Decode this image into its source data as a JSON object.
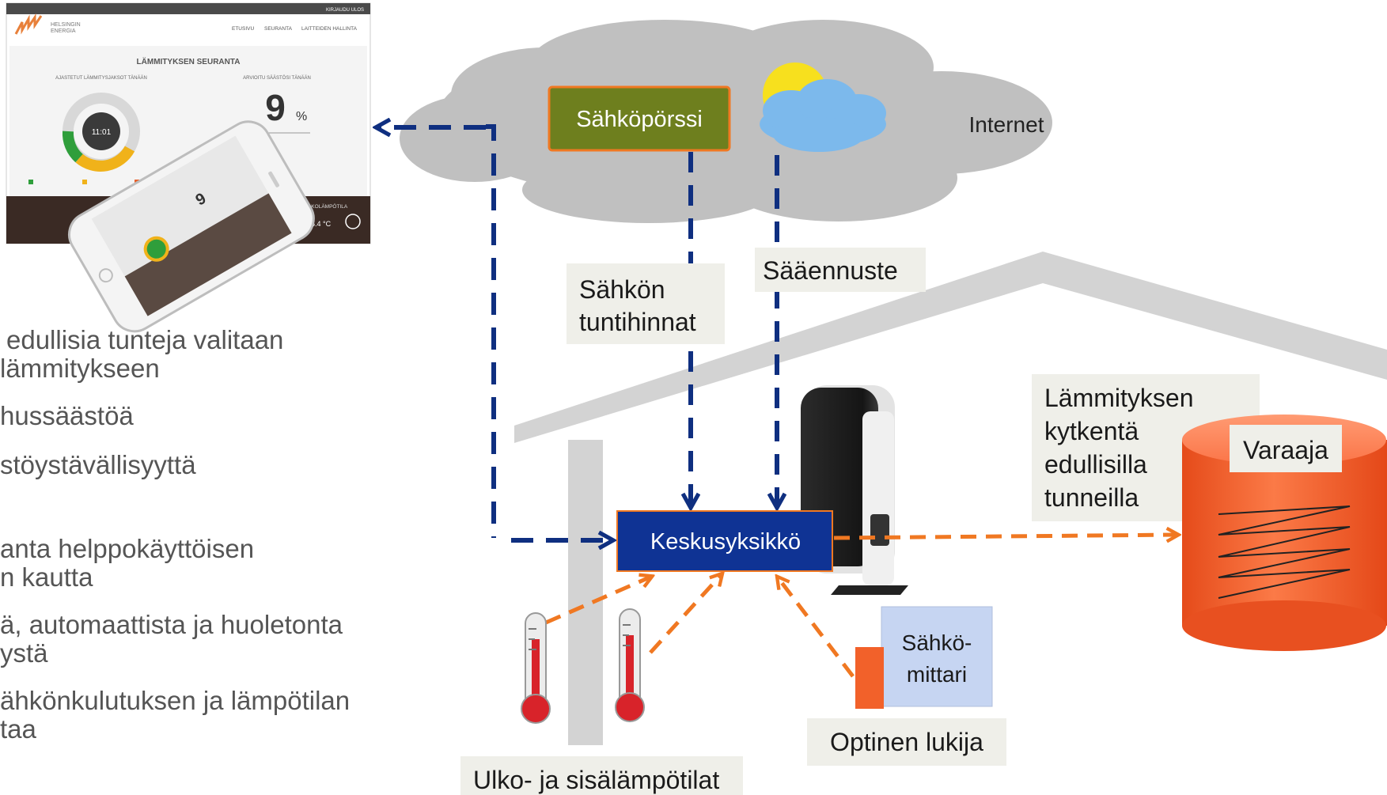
{
  "screenshot": {
    "top_right": "KIRJAUDU ULOS",
    "logo_line1": "HELSINGIN",
    "logo_line2": "ENERGIA",
    "nav": [
      "ETUSIVU",
      "SEURANTA",
      "LAITTEIDEN HALLINTA"
    ],
    "title": "LÄMMITYKSEN SEURANTA",
    "left_heading": "AJASTETUT LÄMMITYSJAKSOT TÄNÄÄN",
    "right_heading": "ARVIOITU SÄÄSTÖSI TÄNÄÄN",
    "clock_time": "11:01",
    "saving_value": "9",
    "saving_unit": "%",
    "temp_label": "ULKOLÄMPÖTILA",
    "temp_value": "16.4 °C"
  },
  "bullets": [
    {
      "line1": "edullisia tunteja valitaan",
      "line2": "lämmitykseen"
    },
    {
      "line1": "hussäästöä",
      "line2": ""
    },
    {
      "line1": "stöystävällisyyttä",
      "line2": ""
    },
    {
      "line1": "anta helppokäyttöisen",
      "line2": "n kautta"
    },
    {
      "line1": "ä, automaattista ja huoletonta",
      "line2": "ystä"
    },
    {
      "line1": "ähkönkulutuksen ja lämpötilan",
      "line2": "taa"
    }
  ],
  "diagram": {
    "exchange_label": "Sähköpörssi",
    "internet_label": "Internet",
    "prices_line1": "Sähkön",
    "prices_line2": "tuntihinnat",
    "forecast_label": "Sääennuste",
    "central_unit_label": "Keskusyksikkö",
    "heating_line1": "Lämmityksen",
    "heating_line2": "kytkentä",
    "heating_line3": "edullisilla",
    "heating_line4": "tunneilla",
    "tank_label": "Varaaja",
    "meter_line1": "Sähkö-",
    "meter_line2": "mittari",
    "optical_reader_label": "Optinen lukija",
    "temperatures_label": "Ulko- ja sisälämpötilat"
  },
  "colors": {
    "navy": "#0f2f80",
    "orange": "#f07822",
    "olive": "#6e7f1e",
    "cloud": "#bfbfbf",
    "label_bg": "#efefe9",
    "meter_bg": "#c6d5f2",
    "tank": "#f2612a"
  }
}
